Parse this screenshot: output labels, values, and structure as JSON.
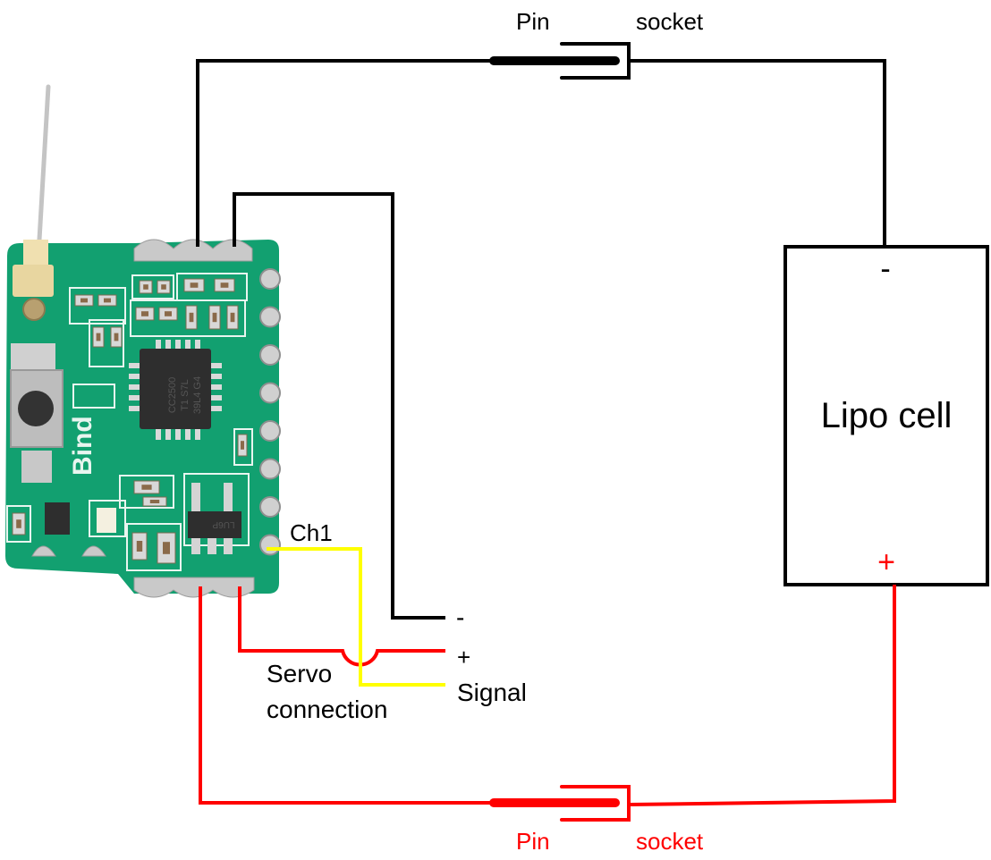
{
  "colors": {
    "negative_wire": "#000000",
    "positive_wire": "#ff0000",
    "signal_wire": "#ffff00",
    "pcb": "#12a070",
    "pcb_dark": "#0b7f56",
    "silkscreen": "#e8f5ef",
    "pad": "#c8c8c8",
    "chip": "#2b2b2b",
    "antenna": "#c0c0c0",
    "text": "#000000",
    "text_red": "#ff0000"
  },
  "receiver": {
    "silkscreen_label": "Bind",
    "chip_marking": [
      "CC2500",
      "T1 S7L",
      "39L4 G4"
    ],
    "regulator_marking": "LU6P"
  },
  "top_connector": {
    "pin_label": "Pin",
    "socket_label": "socket"
  },
  "bottom_connector": {
    "pin_label": "Pin",
    "socket_label": "socket"
  },
  "battery": {
    "label": "Lipo cell",
    "negative_symbol": "-",
    "positive_symbol": "+"
  },
  "servo": {
    "channel_label": "Ch1",
    "title_line1": "Servo",
    "title_line2": "connection",
    "minus_label": "-",
    "plus_label": "+",
    "signal_label": "Signal"
  }
}
